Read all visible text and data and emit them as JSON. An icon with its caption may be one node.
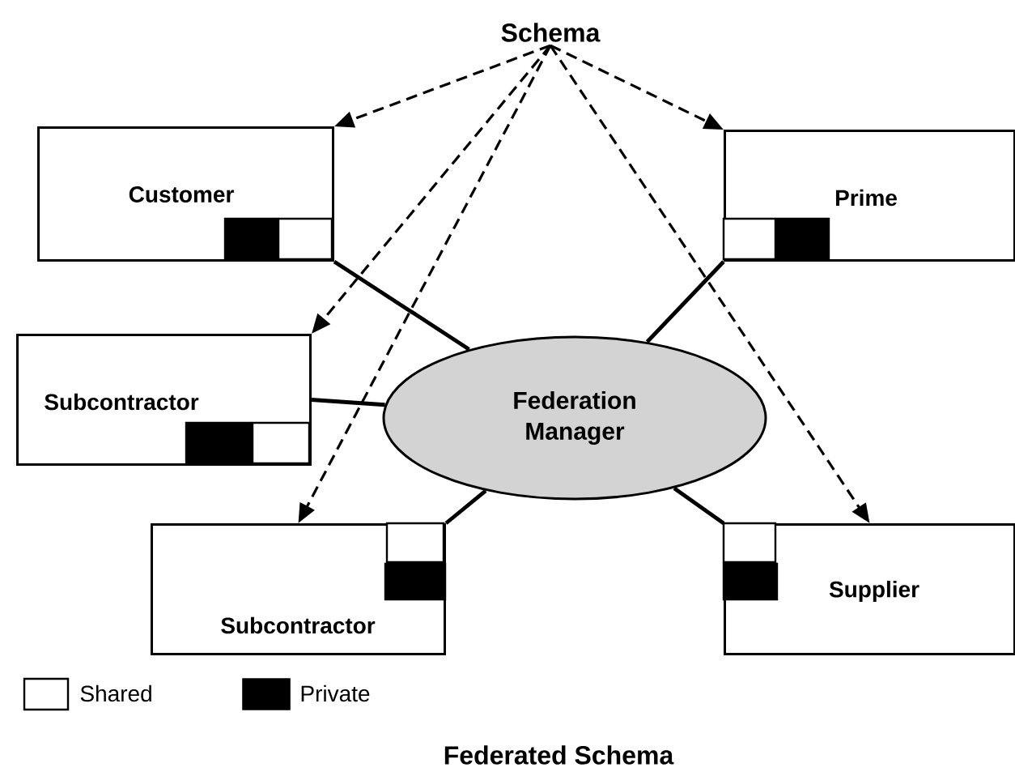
{
  "diagram": {
    "caption": "Federated Schema",
    "nodes": [
      {
        "text": [
          "Schema"
        ]
      },
      {
        "text": [
          "Customer"
        ]
      },
      {
        "text": [
          "Prime"
        ]
      },
      {
        "text": [
          "Subcontractor"
        ]
      },
      {
        "text": [
          "Federation Manager"
        ]
      },
      {
        "text": [
          "Subcontractor"
        ]
      },
      {
        "text": [
          "Supplier"
        ]
      }
    ],
    "edges": [
      {
        "from": 0,
        "to": 1,
        "arrow": "to",
        "style": "dashed"
      },
      {
        "from": 0,
        "to": 2,
        "arrow": "to",
        "style": "dashed"
      },
      {
        "from": 0,
        "to": 3,
        "arrow": "to",
        "style": "dashed"
      },
      {
        "from": 0,
        "to": 5,
        "arrow": "to",
        "style": "dashed"
      },
      {
        "from": 0,
        "to": 6,
        "arrow": "to",
        "style": "dashed"
      },
      {
        "from": 4,
        "to": 1,
        "arrow": "none"
      },
      {
        "from": 4,
        "to": 2,
        "arrow": "none"
      },
      {
        "from": 4,
        "to": 3,
        "arrow": "none"
      },
      {
        "from": 4,
        "to": 5,
        "arrow": "none"
      },
      {
        "from": 4,
        "to": 6,
        "arrow": "none"
      }
    ],
    "legend": [
      {
        "text": "Shared"
      },
      {
        "text": "Private",
        "color": "#000000"
      }
    ]
  }
}
